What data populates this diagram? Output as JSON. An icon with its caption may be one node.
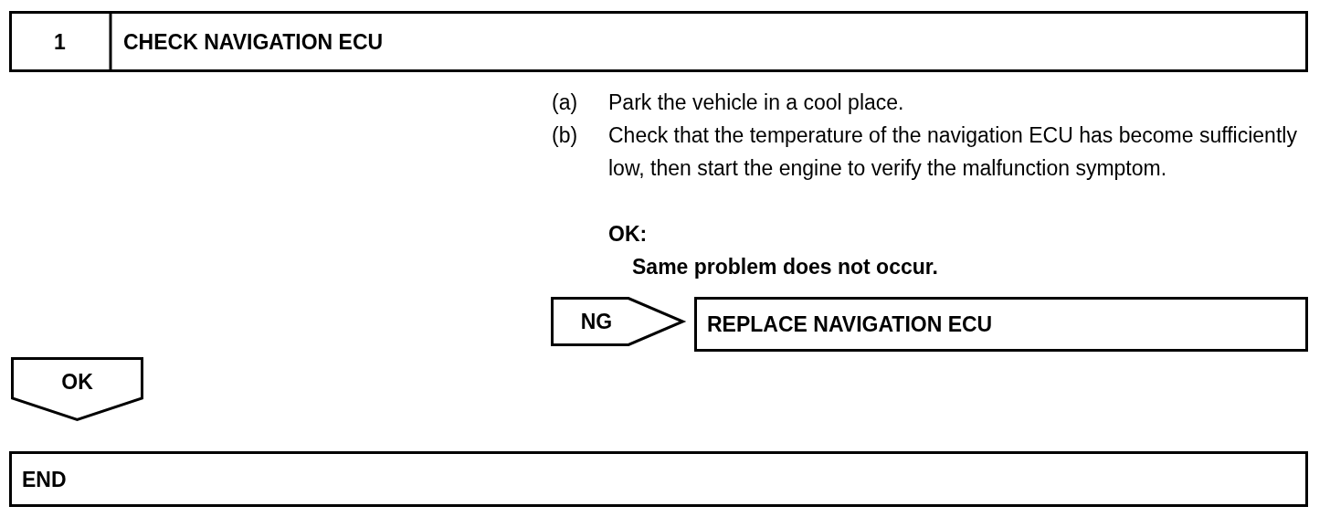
{
  "diagram": {
    "nodes": [
      {
        "text": [
          "1",
          "CHECK NAVIGATION ECU"
        ]
      },
      {
        "text": [
          "NG"
        ]
      },
      {
        "text": [
          "REPLACE NAVIGATION ECU"
        ]
      },
      {
        "text": [
          "OK"
        ]
      },
      {
        "text": [
          "END"
        ]
      }
    ],
    "labels": [
      "(a)",
      "Park the vehicle in a cool place.",
      "(b)",
      "Check that the temperature of the navigation ECU has become sufficiently low, then start the engine to verify the malfunction symptom.",
      "OK:",
      "Same problem does not occur."
    ]
  }
}
